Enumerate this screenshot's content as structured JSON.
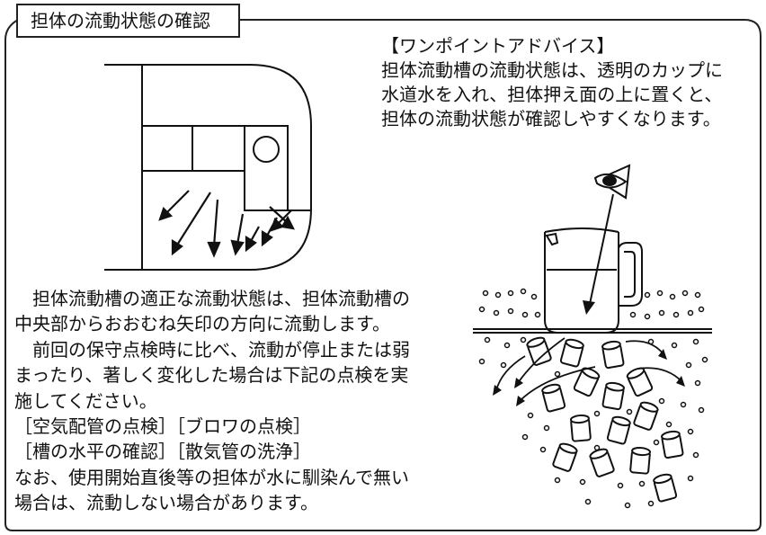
{
  "section": {
    "title": "担体の流動状態の確認"
  },
  "advice": {
    "heading": "【ワンポイントアドバイス】",
    "lines": [
      "担体流動槽の流動状態は、透明のカップに",
      "水道水を入れ、担体押え面の上に置くと、",
      "担体の流動状態が確認しやすくなります。"
    ]
  },
  "body": {
    "para1": [
      "担体流動槽の適正な流動状態は、担体流動槽の",
      "中央部からおおむね矢印の方向に流動します。"
    ],
    "para2": [
      "前回の保守点検時に比べ、流動が停止または弱",
      "まったり、著しく変化した場合は下記の点検を実",
      "施してください。"
    ],
    "checks_line1": "［空気配管の点検］［ブロワの点検］",
    "checks_line2": "［槽の水平の確認］［散気管の洗浄］",
    "note": [
      "なお、使用開始直後等の担体が水に馴染んで無い",
      "場合は、流動しない場合があります。"
    ]
  },
  "icons": {
    "tank_diagram": "tank-plan-view-diagram",
    "cup_illustration": "transparent-cup-on-media-illustration",
    "eye": "eye-icon"
  }
}
